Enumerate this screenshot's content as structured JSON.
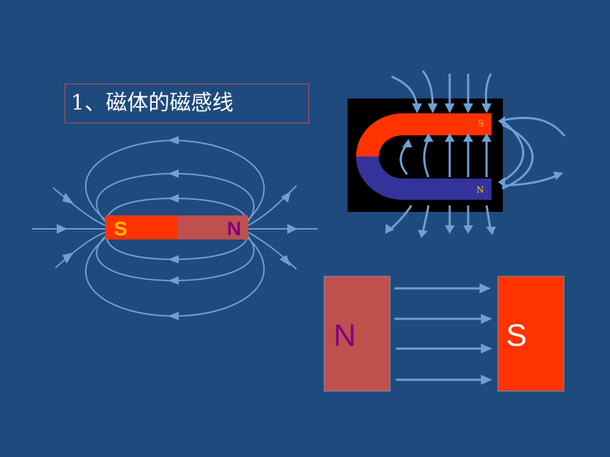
{
  "title": "1、磁体的磁感线",
  "bar_magnet": {
    "left_pole": "S",
    "right_pole": "N"
  },
  "horseshoe_magnet": {
    "top_pole": "S",
    "bottom_pole": "N"
  },
  "parallel_poles": {
    "left_pole": "N",
    "right_pole": "S"
  },
  "colors": {
    "background": "#1f4a7d",
    "field_line": "#6f9fd6",
    "north_block": "#c0504d",
    "south_block": "#ff3300",
    "pole_label_n": "#7f007f",
    "pole_label_s_bar": "#ffc000",
    "pole_label_yellow": "#ffcc00"
  }
}
